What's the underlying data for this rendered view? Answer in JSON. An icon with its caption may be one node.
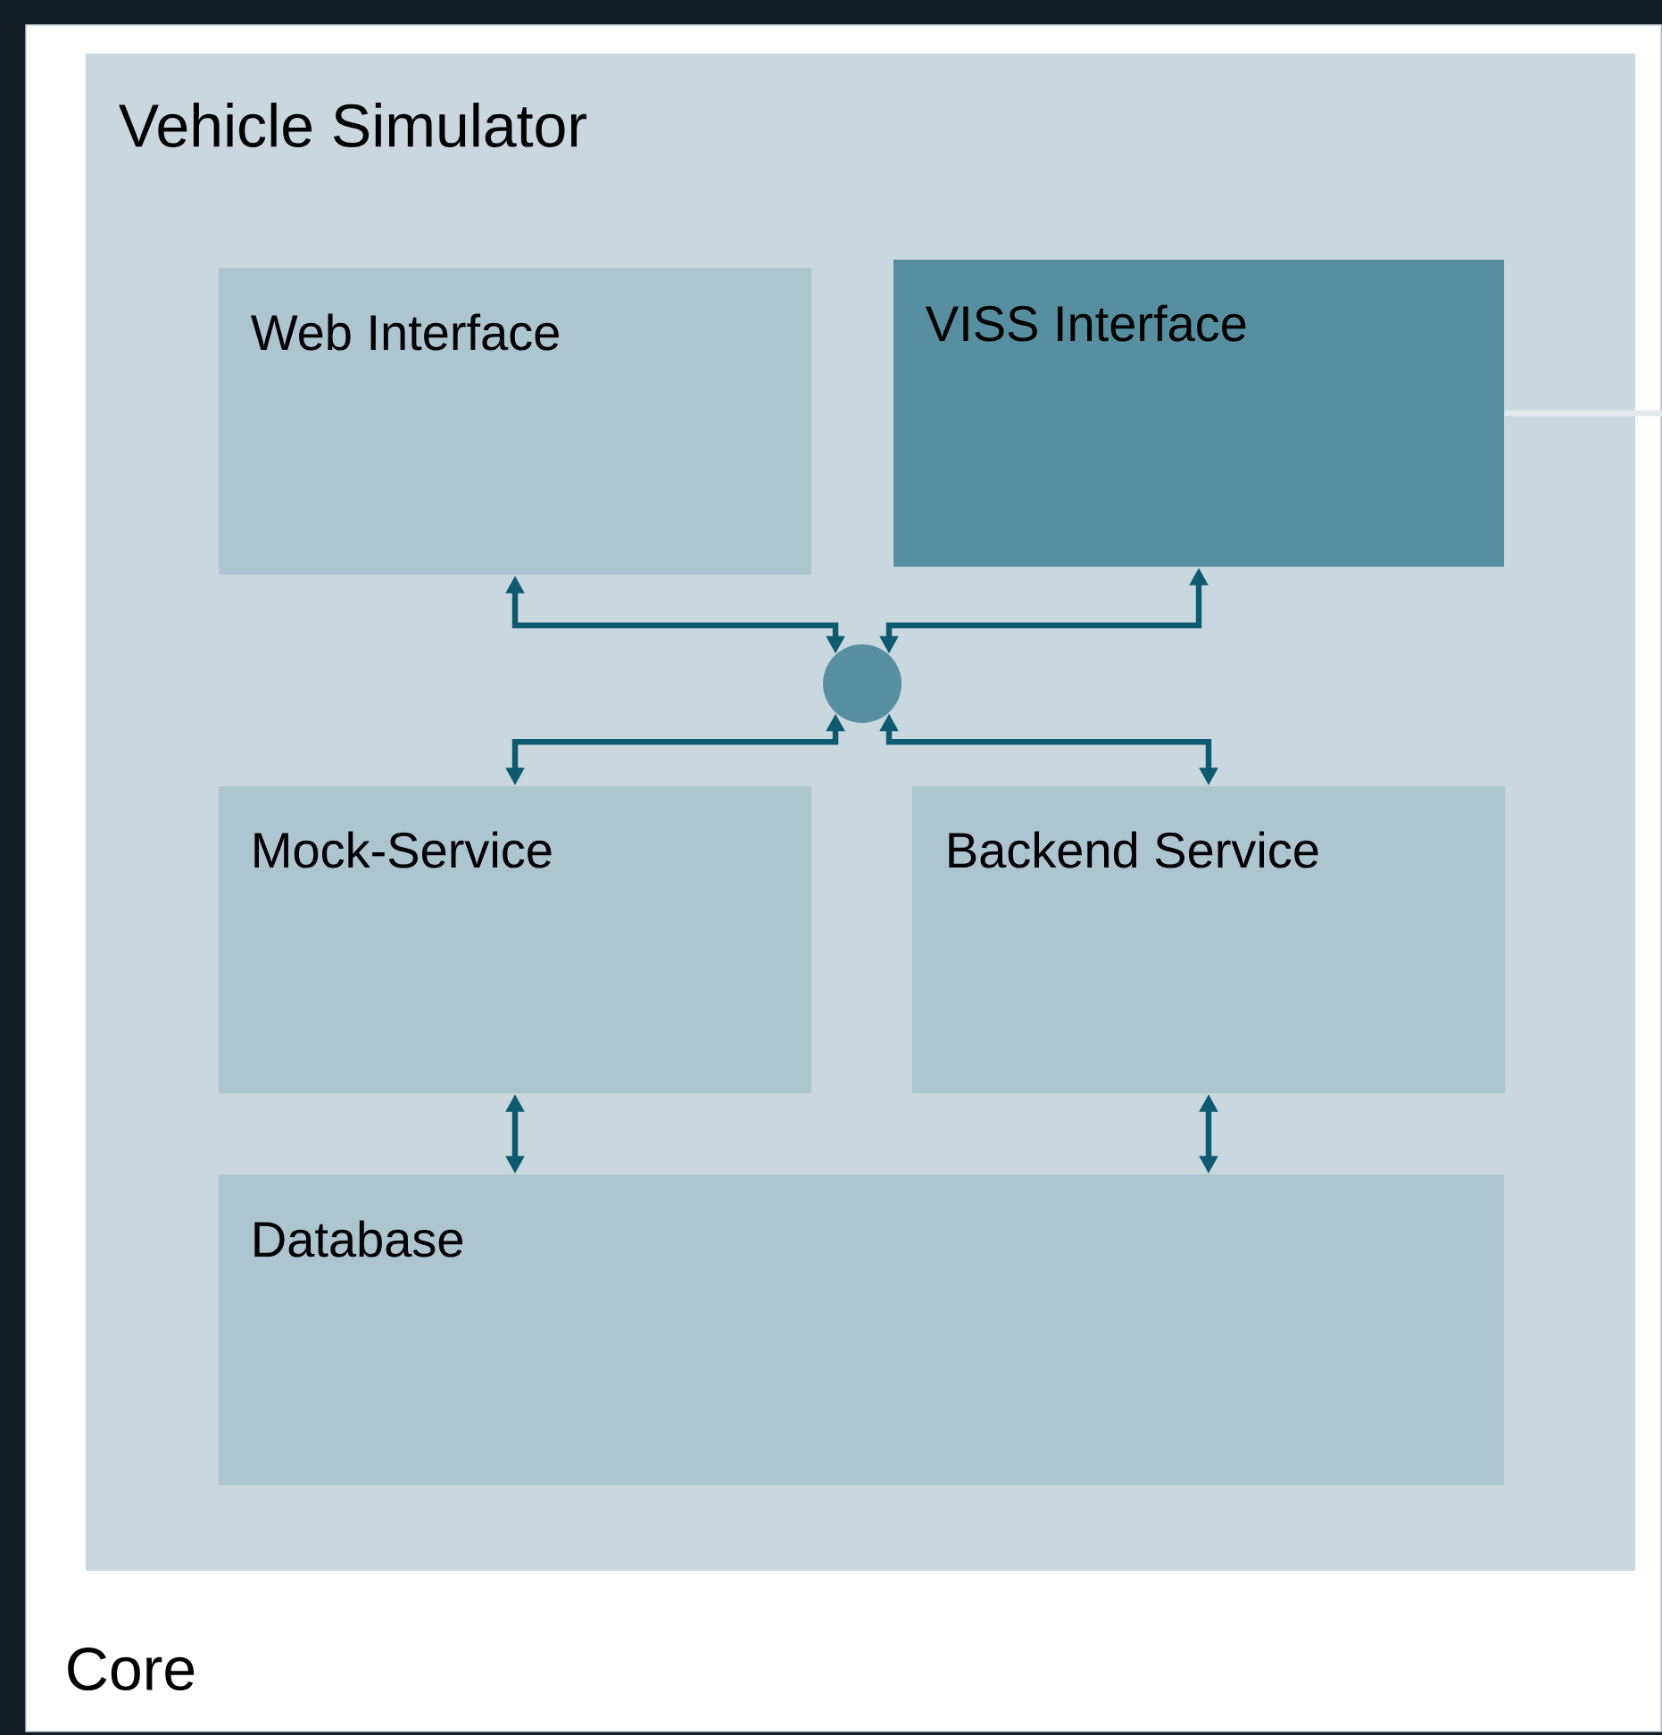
{
  "diagram": {
    "nodes": [
      {
        "text": [
          "Core"
        ]
      },
      {
        "text": [
          "Vehicle Simulator"
        ],
        "in": 0
      },
      {
        "text": [
          "Web Interface"
        ],
        "in": 1
      },
      {
        "text": [
          "VISS Interface"
        ],
        "in": 1
      },
      {
        "text": [],
        "shape": "circle",
        "in": 1
      },
      {
        "text": [
          "Mock-Service"
        ],
        "in": 1
      },
      {
        "text": [
          "Backend Service"
        ],
        "in": 1
      },
      {
        "text": [
          "Database"
        ],
        "in": 1
      }
    ],
    "edges": [
      {
        "from": 4,
        "to": 2,
        "arrow": "both"
      },
      {
        "from": 4,
        "to": 3,
        "arrow": "both"
      },
      {
        "from": 4,
        "to": 5,
        "arrow": "both"
      },
      {
        "from": 4,
        "to": 6,
        "arrow": "both"
      },
      {
        "from": 5,
        "to": 7,
        "arrow": "both"
      },
      {
        "from": 6,
        "to": 7,
        "arrow": "both"
      },
      {
        "from": 3,
        "to": null,
        "arrow": "none",
        "color": "#e4e9ec"
      }
    ]
  }
}
